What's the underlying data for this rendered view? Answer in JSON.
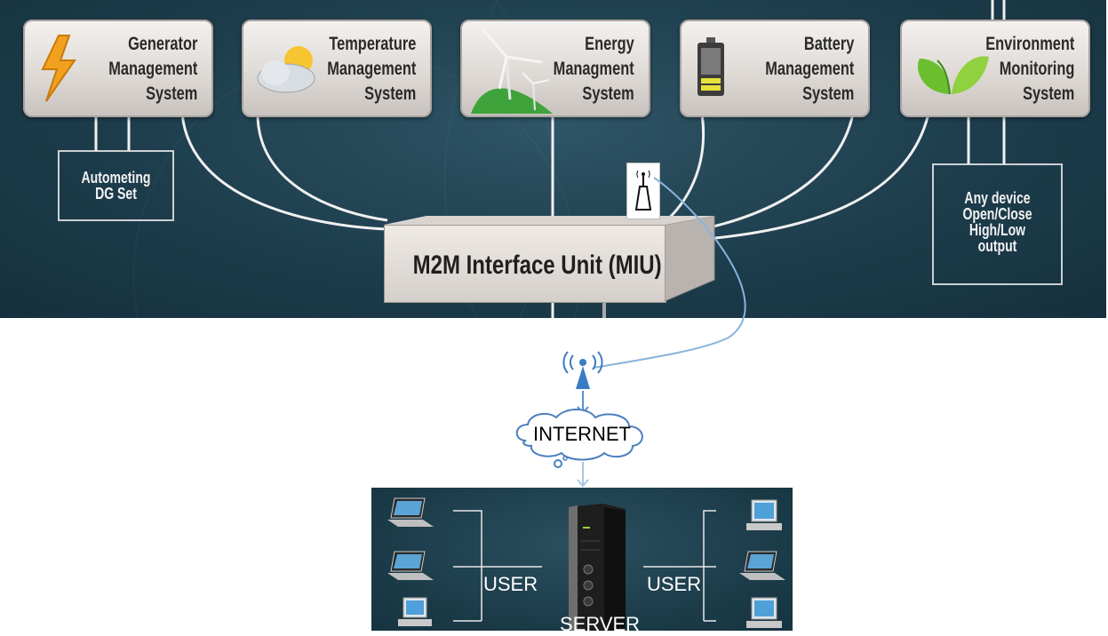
{
  "systems": [
    {
      "icon": "lightning-icon",
      "label": "Generator\nManagement\nSystem"
    },
    {
      "icon": "weather-cloud-sun-icon",
      "label": "Temperature\nManagement\nSystem"
    },
    {
      "icon": "wind-turbine-icon",
      "label": "Energy\nManagment\nSystem"
    },
    {
      "icon": "battery-icon",
      "label": "Battery\nManagement\nSystem"
    },
    {
      "icon": "leaf-icon",
      "label": "Environment\nMonitoring\nSystem"
    }
  ],
  "outputs": {
    "generator_output": "Autometing\nDG Set",
    "environment_output": "Any device\nOpen/Close\nHigh/Low\noutput"
  },
  "miu": {
    "label": "M2M Interface Unit (MIU)"
  },
  "network": {
    "internet_label": "INTERNET"
  },
  "server_area": {
    "user_left": "USER",
    "user_right": "USER",
    "server_label": "SERVER"
  },
  "colors": {
    "panel_bg": "#1d3d4c",
    "box_bg": "#e4e0dc",
    "wire": "#f0f0f0",
    "wireless_link": "#8ab4dc",
    "tower": "#3a7cc4"
  }
}
